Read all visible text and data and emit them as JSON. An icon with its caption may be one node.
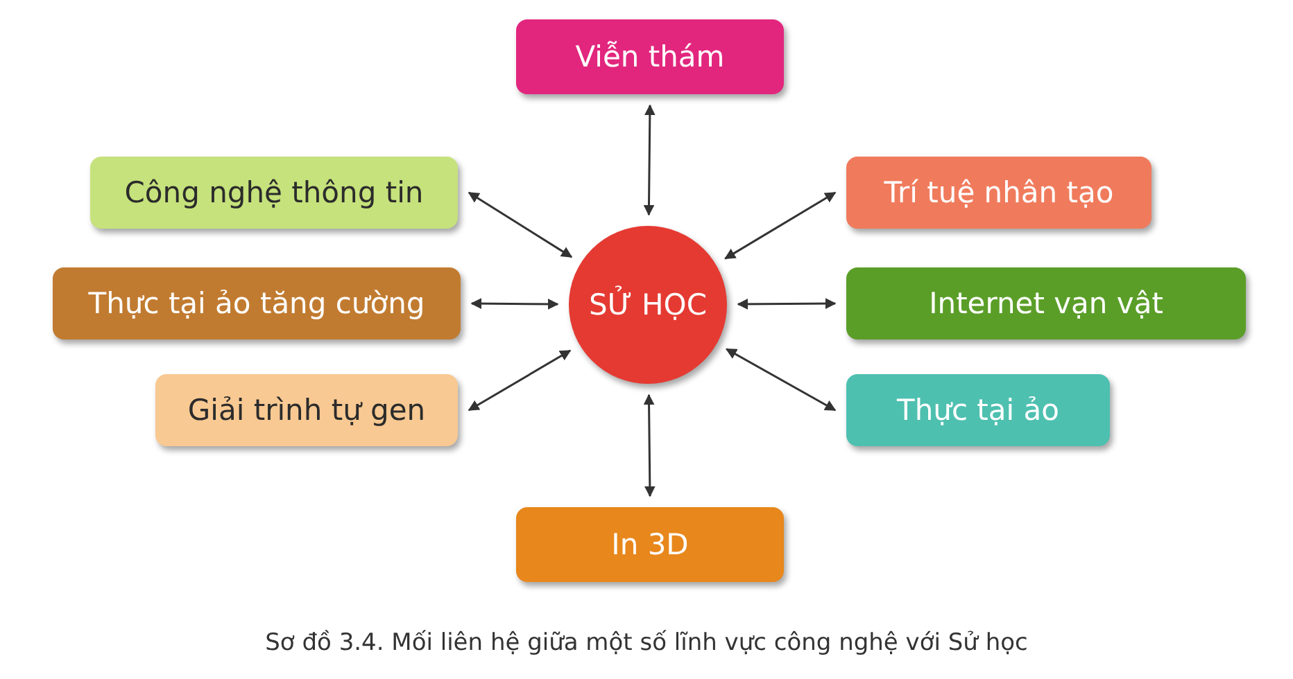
{
  "diagram": {
    "caption": "Sơ đồ 3.4. Mối liên hệ giữa một số lĩnh vực công nghệ với Sử học",
    "nodes": [
      {
        "text": [
          "Viễn thám"
        ]
      },
      {
        "text": [
          "Công nghệ thông tin"
        ]
      },
      {
        "text": [
          "Trí tuệ nhân tạo"
        ]
      },
      {
        "text": [
          "Thực tại ảo tăng cường"
        ]
      },
      {
        "text": [
          "SỬ HỌC"
        ]
      },
      {
        "text": [
          "Internet vạn vật"
        ]
      },
      {
        "text": [
          "Giải trình tự gen"
        ]
      },
      {
        "text": [
          "Thực tại ảo"
        ]
      },
      {
        "text": [
          "In 3D"
        ]
      }
    ],
    "edges": [
      {
        "from": 4,
        "to": 0,
        "arrow": "both"
      },
      {
        "from": 4,
        "to": 1,
        "arrow": "both"
      },
      {
        "from": 4,
        "to": 2,
        "arrow": "both"
      },
      {
        "from": 4,
        "to": 3,
        "arrow": "both"
      },
      {
        "from": 4,
        "to": 5,
        "arrow": "both"
      },
      {
        "from": 4,
        "to": 6,
        "arrow": "both"
      },
      {
        "from": 4,
        "to": 7,
        "arrow": "both"
      },
      {
        "from": 4,
        "to": 8,
        "arrow": "both"
      }
    ]
  }
}
